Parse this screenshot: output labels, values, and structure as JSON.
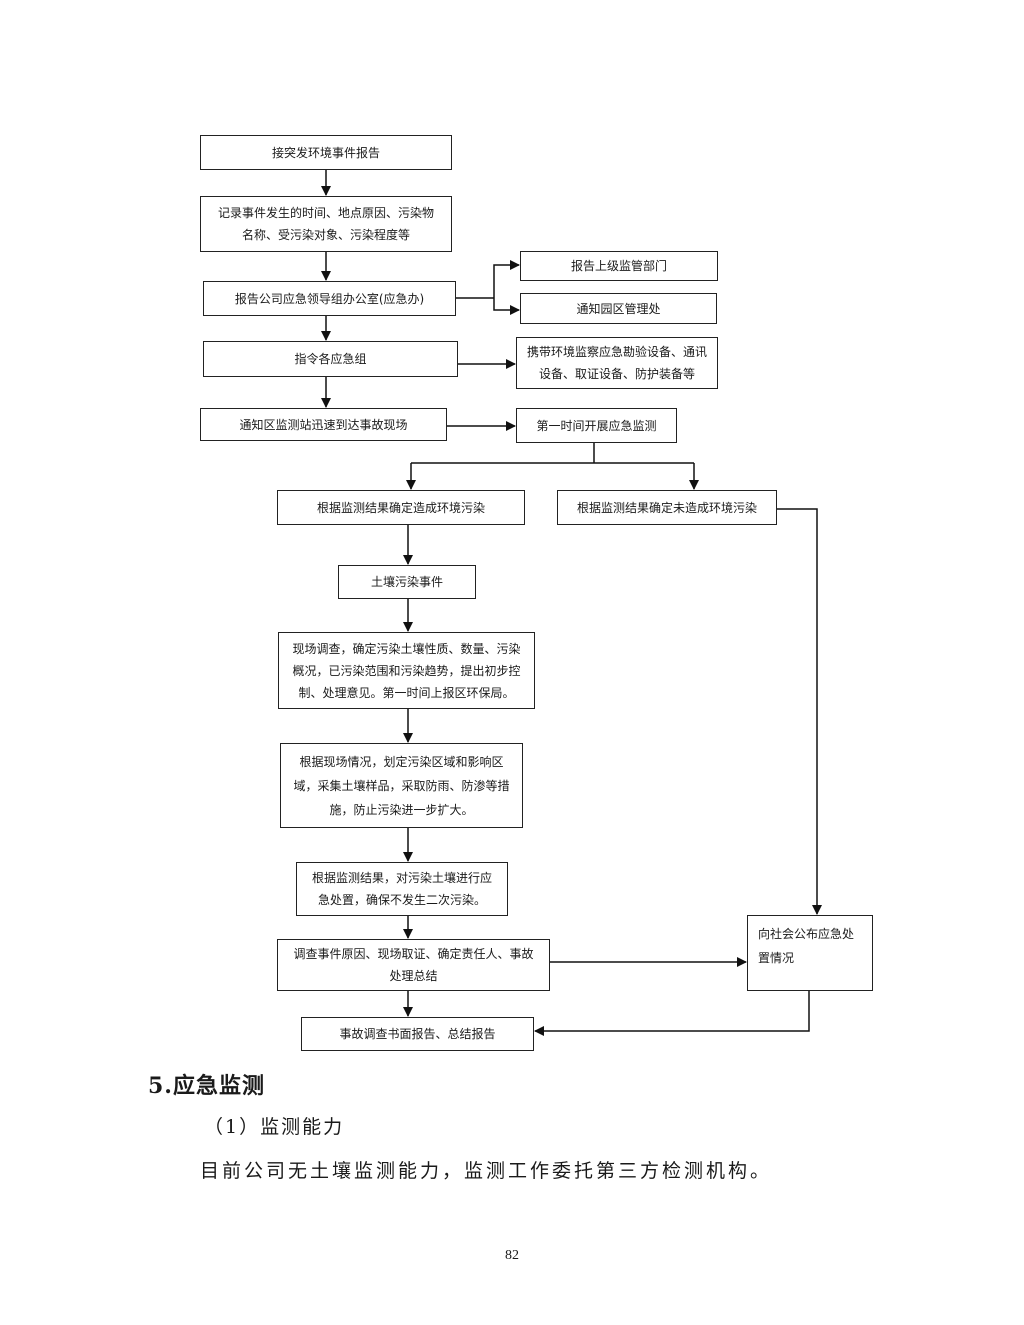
{
  "flowchart": {
    "nodes": {
      "receive_report": "接突发环境事件报告",
      "record_event": "记录事件发生的时间、地点原因、污染物名称、受污染对象、污染程度等",
      "report_office": "报告公司应急领导组办公室(应急办)",
      "report_superior": "报告上级监管部门",
      "notify_park": "通知园区管理处",
      "command_groups": "指令各应急组",
      "carry_equipment": "携带环境监察应急勘验设备、通讯设备、取证设备、防护装备等",
      "notify_station": "通知区监测站迅速到达事故现场",
      "start_monitoring": "第一时间开展应急监测",
      "polluted": "根据监测结果确定造成环境污染",
      "not_polluted": "根据监测结果确定未造成环境污染",
      "soil_event": "土壤污染事件",
      "site_survey": "现场调查，确定污染土壤性质、数量、污染概况，已污染范围和污染趋势，提出初步控制、处理意见。第一时间上报区环保局。",
      "delimit_area": "根据现场情况，划定污染区域和影响区域，采集土壤样品，采取防雨、防渗等措施，防止污染进一步扩大。",
      "emergency_treatment": "根据监测结果，对污染土壤进行应急处置，确保不发生二次污染。",
      "investigate": "调查事件原因、现场取证、确定责任人、事故处理总结",
      "written_report": "事故调查书面报告、总结报告",
      "publish": "向社会公布应急处置情况"
    }
  },
  "section": {
    "heading": "5.应急监测",
    "subheading": "（1）监测能力",
    "paragraph": "目前公司无土壤监测能力，监测工作委托第三方检测机构。"
  },
  "page_number": "82"
}
